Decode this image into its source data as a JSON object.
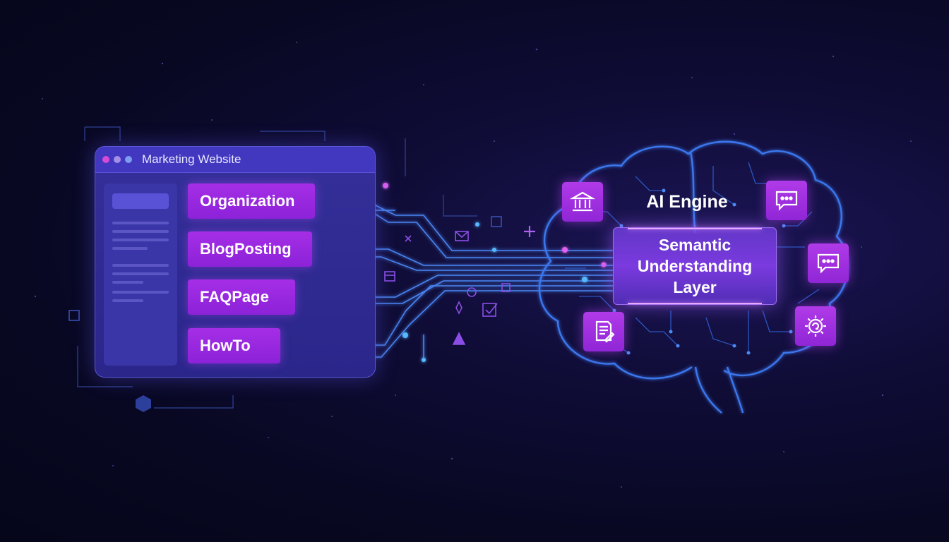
{
  "browser": {
    "title": "Marketing Website"
  },
  "schema_types": [
    "Organization",
    "BlogPosting",
    "FAQPage",
    "HowTo"
  ],
  "ai": {
    "title": "AI Engine",
    "layer_lines": [
      "Semantic",
      "Understanding",
      "Layer"
    ]
  },
  "icons": {
    "left_top": "bank-icon",
    "left_bottom": "document-edit-icon",
    "right_top": "chat-bubble-icon",
    "right_middle": "chat-bubble-icon",
    "right_bottom": "gear-refresh-icon"
  },
  "colors": {
    "background": "#080822",
    "browser": "#2f2a94",
    "schema_button": "#9a28df",
    "circuit": "#3f7cf0",
    "accent_node": "#e060f0"
  }
}
